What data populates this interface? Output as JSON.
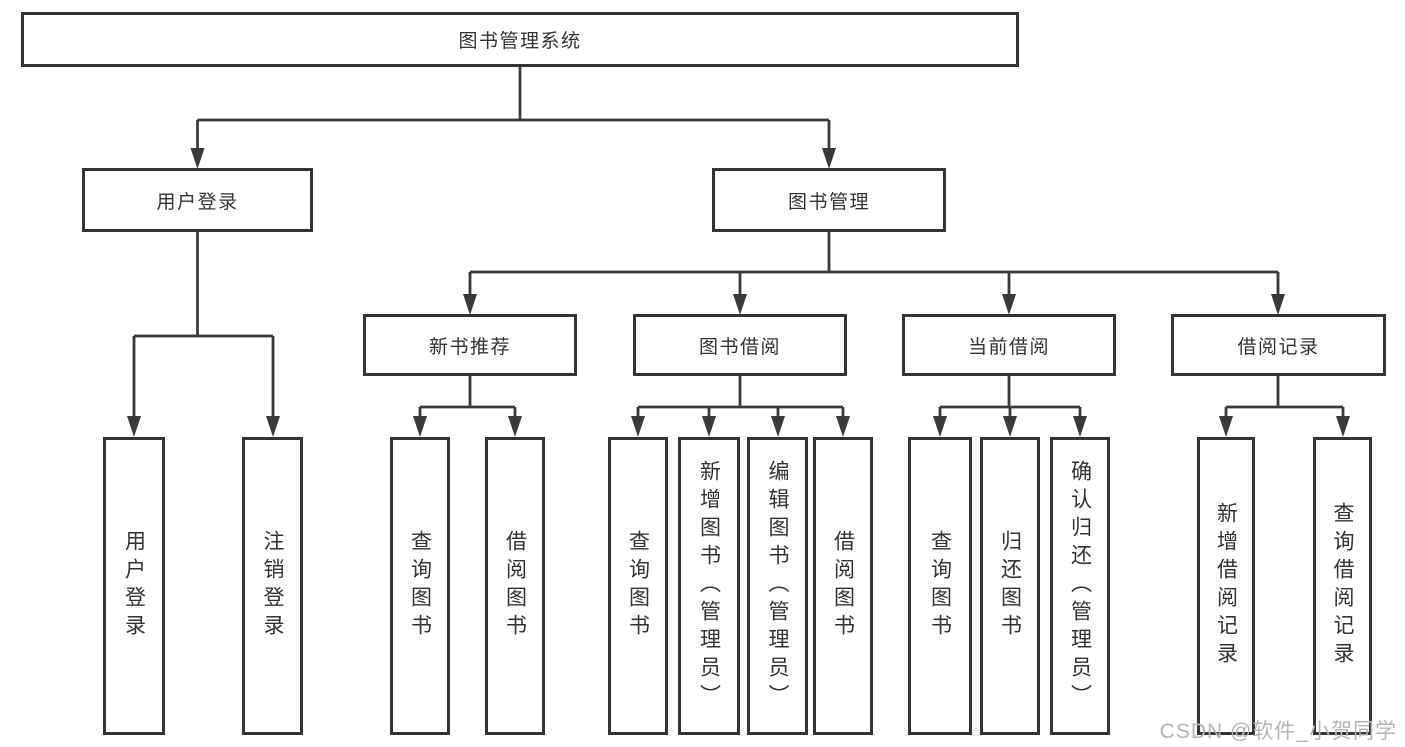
{
  "title": "图书管理系统",
  "branches": [
    {
      "label": "用户登录",
      "children": [
        {
          "label": "用户登录"
        },
        {
          "label": "注销登录"
        }
      ]
    },
    {
      "label": "图书管理",
      "sections": [
        {
          "label": "新书推荐",
          "children": [
            {
              "label": "查询图书"
            },
            {
              "label": "借阅图书"
            }
          ]
        },
        {
          "label": "图书借阅",
          "children": [
            {
              "label": "查询图书"
            },
            {
              "label": "新增图书（管理员）"
            },
            {
              "label": "编辑图书（管理员）"
            },
            {
              "label": "借阅图书"
            }
          ]
        },
        {
          "label": "当前借阅",
          "children": [
            {
              "label": "查询图书"
            },
            {
              "label": "归还图书"
            },
            {
              "label": "确认归还（管理员）"
            }
          ]
        },
        {
          "label": "借阅记录",
          "children": [
            {
              "label": "新增借阅记录"
            },
            {
              "label": "查询借阅记录"
            }
          ]
        }
      ]
    }
  ],
  "watermark": "CSDN @软件_小贺同学",
  "colors": {
    "line": "#3a3a3a",
    "border": "#343434",
    "text": "#333333",
    "watermark": "#b4b4b4"
  }
}
